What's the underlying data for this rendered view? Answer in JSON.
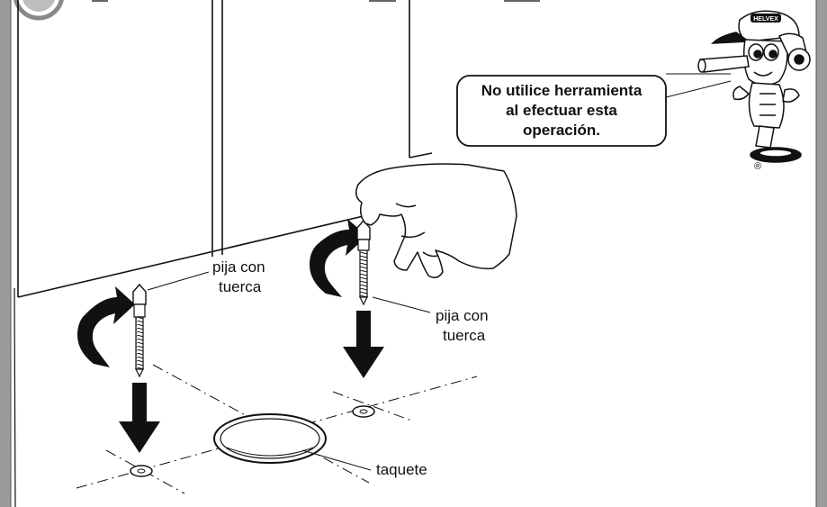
{
  "speech_bubble": {
    "line1": "No utilice herramienta",
    "line2": "al efectuar esta",
    "line3": "operación."
  },
  "labels": {
    "left_screw_line1": "pija con",
    "left_screw_line2": "tuerca",
    "right_screw_line1": "pija con",
    "right_screw_line2": "tuerca",
    "anchor": "taquete"
  },
  "mascot": {
    "cap_text": "HELVEX",
    "registered_mark": "®"
  },
  "colors": {
    "frame": "#9b9b9b",
    "ink": "#111111"
  }
}
